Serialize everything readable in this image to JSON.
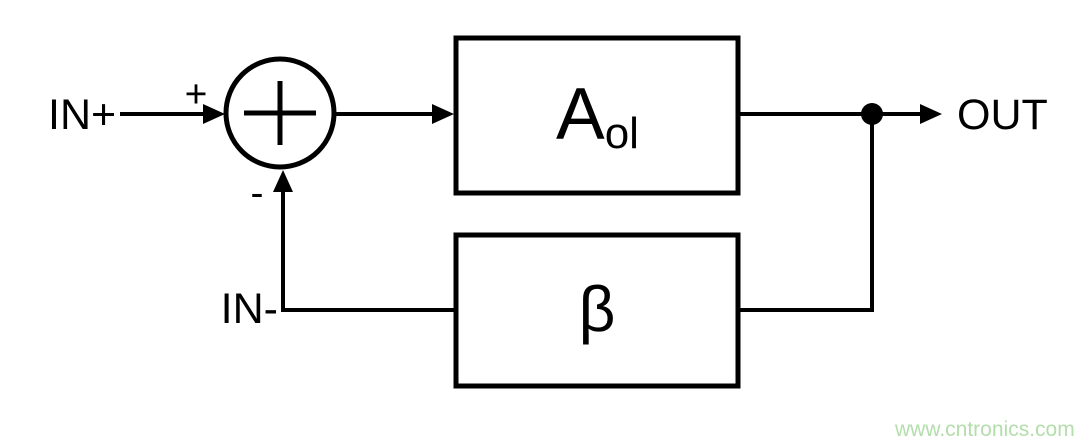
{
  "diagram": {
    "labels": {
      "input_positive": "IN+",
      "input_negative": "IN-",
      "output": "OUT",
      "summing_plus": "+",
      "summing_minus": "-"
    },
    "blocks": {
      "forward_gain_main": "A",
      "forward_gain_subscript": "ol",
      "feedback_symbol": "β"
    },
    "watermark": {
      "text": "www.cntronics.com",
      "color": "#b3ddab"
    },
    "colors": {
      "line": "#000000",
      "background": "#ffffff"
    }
  }
}
